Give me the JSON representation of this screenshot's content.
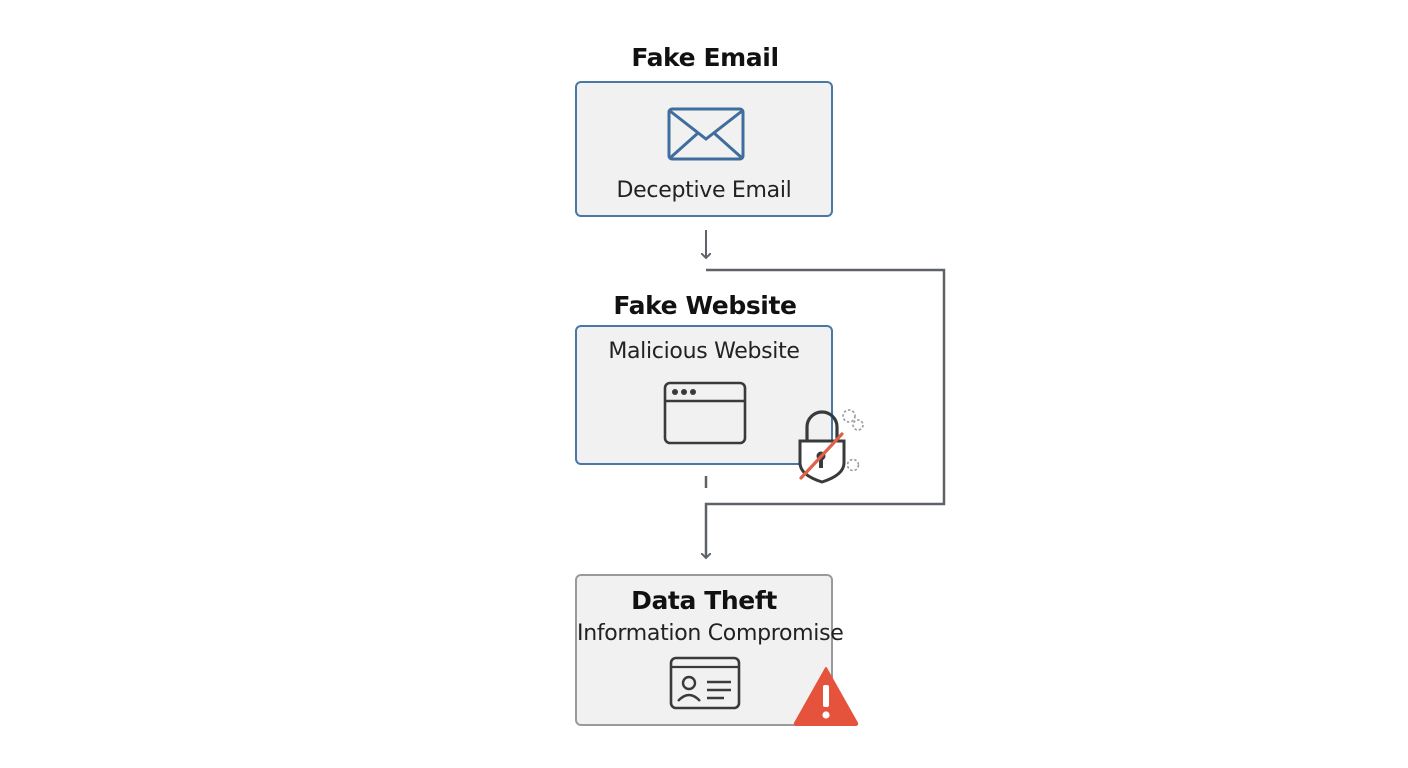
{
  "nodes": {
    "email": {
      "heading": "Fake Email",
      "text": "Deceptive Email",
      "icon": "envelope-icon"
    },
    "website": {
      "heading": "Fake Website",
      "text": "Malicious Website",
      "icon": "browser-window-icon",
      "badge_icon": "broken-lock-icon"
    },
    "theft": {
      "title": "Data Theft",
      "text": "Information Compromise",
      "icon": "id-card-icon",
      "badge_icon": "warning-icon"
    }
  },
  "colors": {
    "node_border_primary": "#4a77a6",
    "node_border_secondary": "#9a9a9a",
    "node_fill": "#f1f1f1",
    "connector": "#5f6368",
    "warning": "#e5533c",
    "strike": "#e0604a"
  }
}
